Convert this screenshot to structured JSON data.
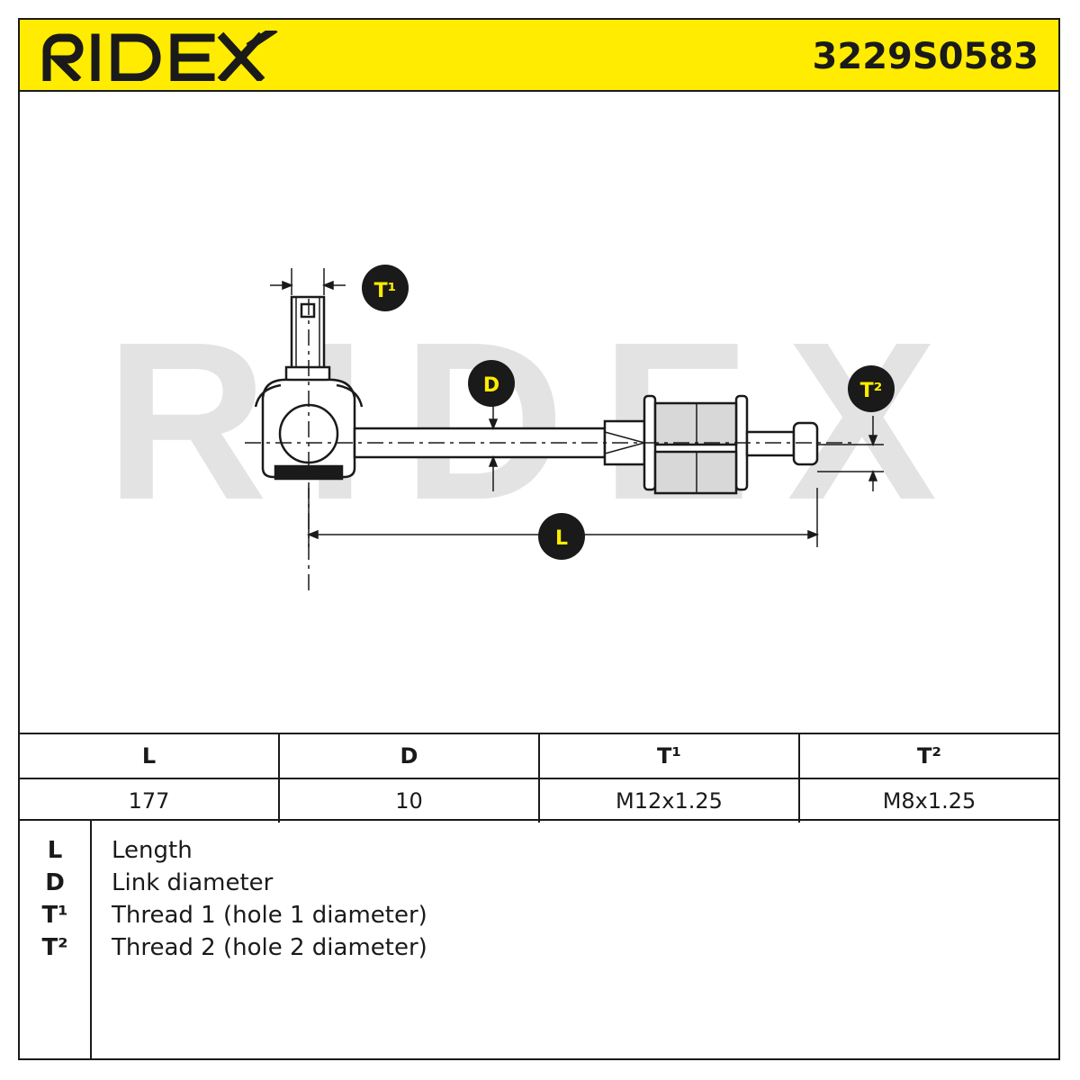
{
  "header": {
    "brand": "RIDEX",
    "part_number": "3229S0583"
  },
  "drawing": {
    "watermark": "RIDEX",
    "callouts": {
      "t1": "T¹",
      "t2": "T²",
      "d": "D",
      "l": "L"
    }
  },
  "specs": {
    "headers": [
      "L",
      "D",
      "T¹",
      "T²"
    ],
    "values": [
      "177",
      "10",
      "M12x1.25",
      "M8x1.25"
    ]
  },
  "legend": [
    {
      "key": "L",
      "desc": "Length"
    },
    {
      "key": "D",
      "desc": "Link diameter"
    },
    {
      "key": "T¹",
      "desc": "Thread 1 (hole 1 diameter)"
    },
    {
      "key": "T²",
      "desc": "Thread 2 (hole 2 diameter)"
    }
  ],
  "colors": {
    "brand_yellow": "#ffec00",
    "line": "#1a1a1a",
    "watermark": "#e3e3e3"
  }
}
